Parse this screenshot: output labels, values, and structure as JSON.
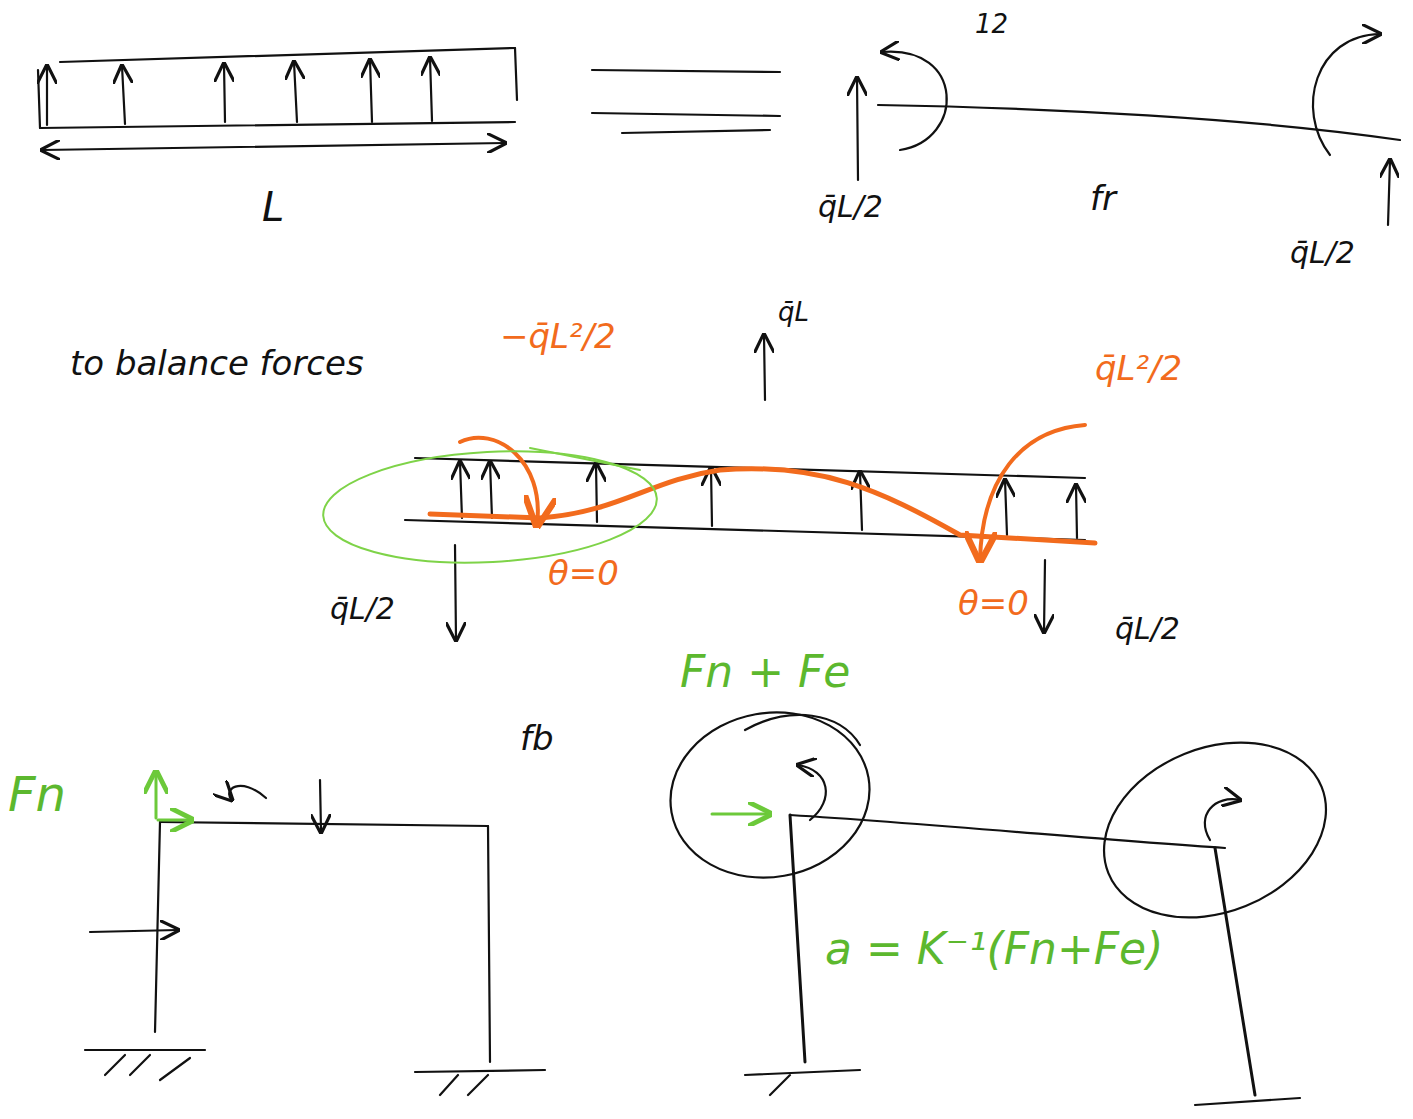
{
  "diagram": {
    "labels": [
      "L",
      "12",
      "q̄L/2",
      "fr",
      "q̄L/2",
      "to balance forces",
      "q̄L",
      "−q̄L²/2",
      "q̄L²/2",
      "θ=0",
      "θ=0",
      "q̄L/2",
      "q̄L/2",
      "Fn",
      "fb",
      "Fn + Fe",
      "a = K⁻¹(Fn+Fe)"
    ]
  }
}
